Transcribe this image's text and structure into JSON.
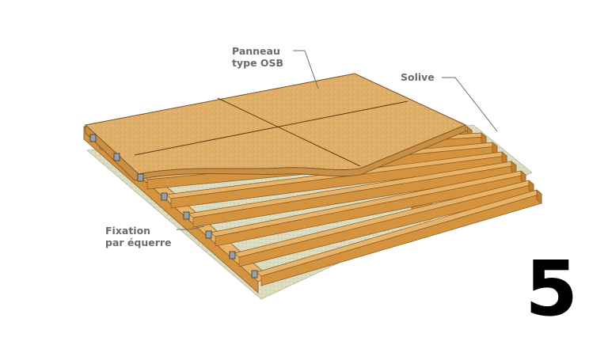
{
  "callouts": {
    "panel_line1": "Panneau",
    "panel_line2": "type OSB",
    "joist": "Solive",
    "fixing_line1": "Fixation",
    "fixing_line2": "par équerre"
  },
  "step_number": "5",
  "colors": {
    "wood_top": "#E8B46A",
    "wood_side": "#D4933F",
    "wood_end": "#C27E2C",
    "osb": "#E0B06A",
    "ground": "#D9D9B8",
    "label": "#6b6b6b"
  },
  "icons": {
    "bracket": "metal-angle-bracket"
  }
}
